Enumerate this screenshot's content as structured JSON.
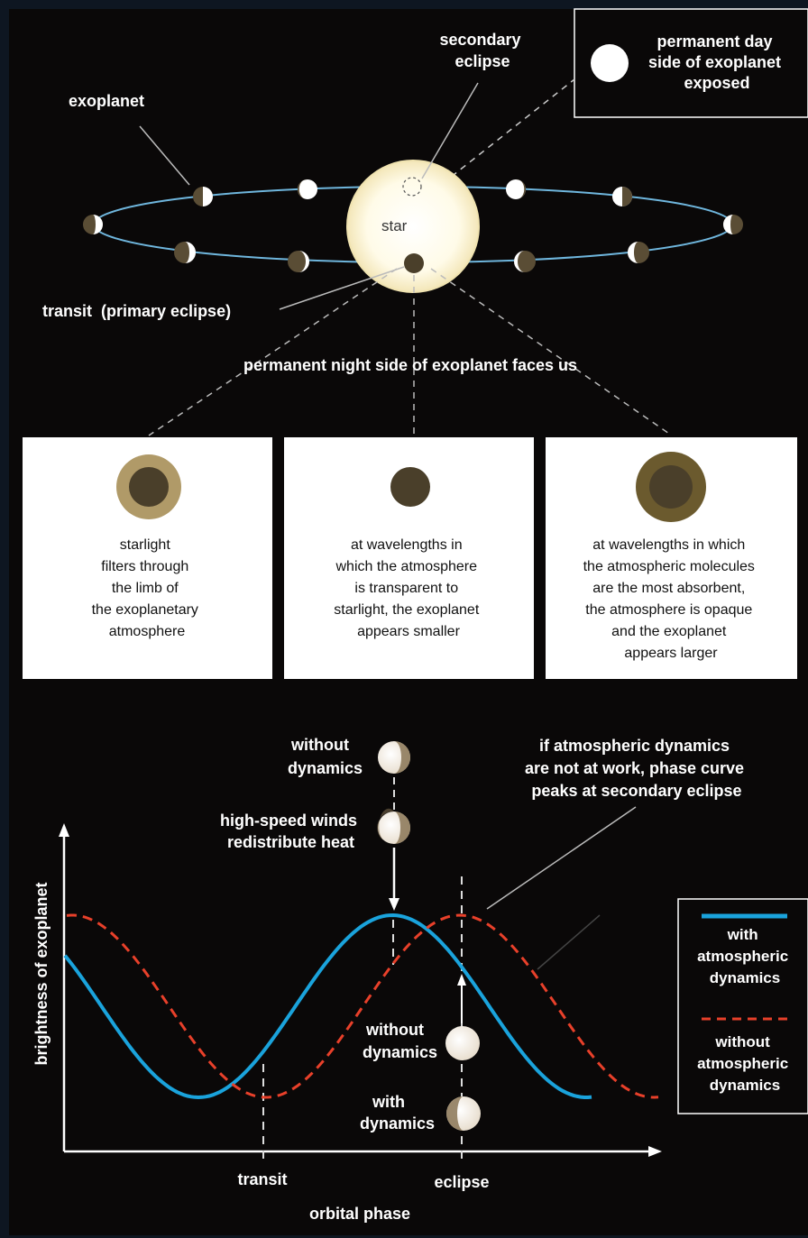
{
  "orbit": {
    "star_label": "star",
    "exoplanet_label": "exoplanet",
    "secondary_eclipse_label": [
      "secondary",
      "eclipse"
    ],
    "day_side_label": [
      "permanent day",
      "side of exoplanet",
      "exposed"
    ],
    "transit_label": "transit  (primary eclipse)",
    "night_side_label": "permanent night side of exoplanet faces us",
    "orbit_color": "#4aa3d9",
    "star_color": "#fffbe6"
  },
  "panels": [
    {
      "lines": [
        "starlight",
        "filters through",
        "the limb of",
        "the exoplanetary",
        "atmosphere"
      ]
    },
    {
      "lines": [
        "at wavelengths in",
        "which the atmosphere",
        "is transparent to",
        "starlight, the exoplanet",
        "appears smaller"
      ]
    },
    {
      "lines": [
        "at wavelengths in which",
        "the atmospheric molecules",
        "are the most absorbent,",
        "the atmosphere is opaque",
        "and the exoplanet",
        "appears larger"
      ]
    }
  ],
  "phase_chart": {
    "ylabel": "brightness of exoplanet",
    "xlabel": "orbital phase",
    "tick_labels": [
      "transit",
      "eclipse"
    ],
    "annotations": {
      "without_dynamics_top": [
        "without",
        "dynamics"
      ],
      "high_speed_winds": [
        "high-speed winds",
        "redistribute heat"
      ],
      "peak_note": [
        "if atmospheric dynamics",
        "are not at work, phase curve",
        "peaks at secondary eclipse"
      ],
      "without_dynamics_mid": [
        "without",
        "dynamics"
      ],
      "with_dynamics": [
        "with",
        "dynamics"
      ]
    },
    "legend": [
      {
        "lines": [
          "with",
          "atmospheric",
          "dynamics"
        ],
        "color": "#1aa3dc",
        "style": "solid"
      },
      {
        "lines": [
          "without",
          "atmospheric",
          "dynamics"
        ],
        "color": "#e8402a",
        "style": "dashed"
      }
    ]
  },
  "chart_data": {
    "type": "line",
    "title": "",
    "xlabel": "orbital phase",
    "ylabel": "brightness of exoplanet",
    "x_ticks": [
      "transit",
      "eclipse"
    ],
    "series": [
      {
        "name": "with atmospheric dynamics",
        "shape": "sinusoid",
        "relative_peak_position": "before eclipse",
        "color": "#1aa3dc"
      },
      {
        "name": "without atmospheric dynamics",
        "shape": "sinusoid",
        "relative_peak_position": "at eclipse",
        "color": "#e8402a"
      }
    ],
    "grid": false,
    "legend": "right"
  }
}
